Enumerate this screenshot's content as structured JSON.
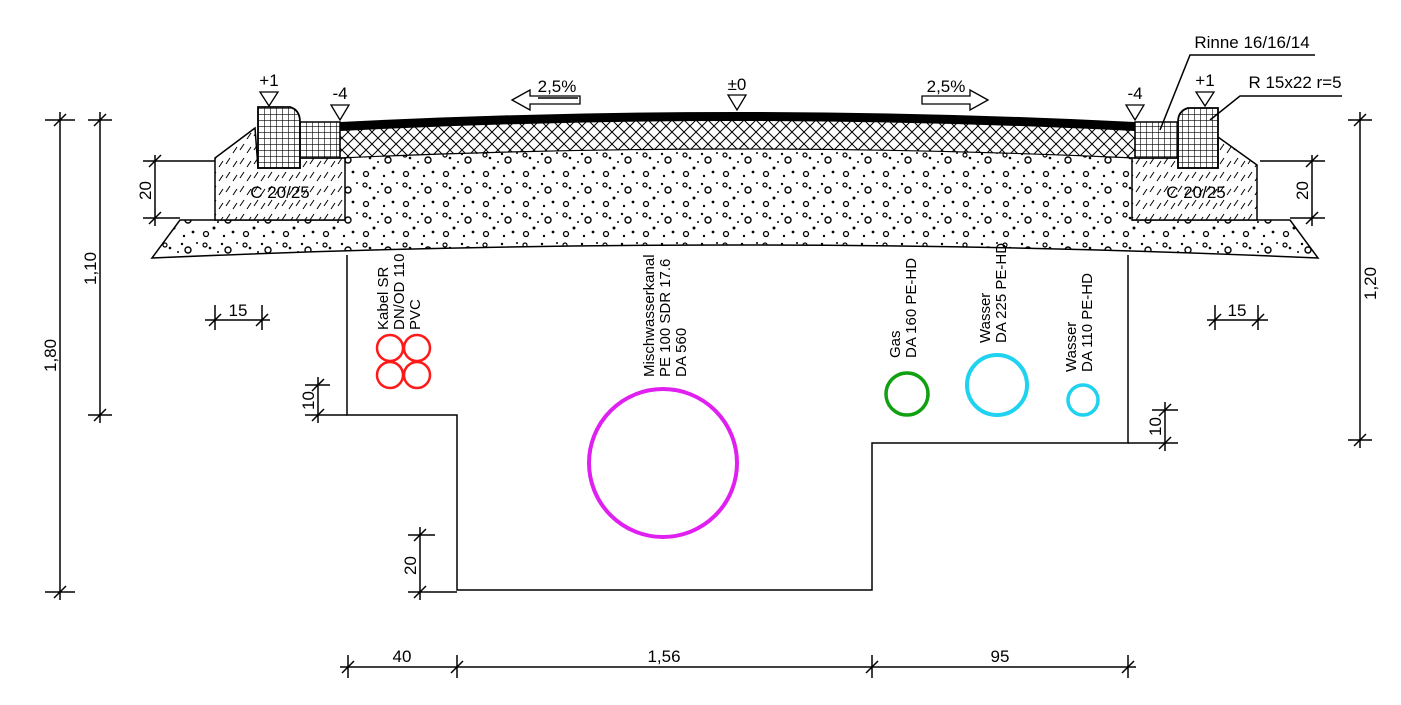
{
  "labels": {
    "rinne": "Rinne 16/16/14",
    "curb": "R 15x22 r=5",
    "concrete_left": "C 20/25",
    "concrete_right": "C 20/25",
    "slope_left": "2,5%",
    "slope_right": "2,5%"
  },
  "elevations": {
    "left_curb": "+1",
    "left_gutter": "-4",
    "crown": "±0",
    "right_gutter": "-4",
    "right_curb": "+1"
  },
  "dimensions": {
    "left_total": "1,80",
    "left_mid": "1,10",
    "left_concrete": "20",
    "left_offset": "15",
    "left_step": "10",
    "bottom_step": "20",
    "right_total": "1,20",
    "right_concrete": "20",
    "right_offset": "15",
    "right_step": "10",
    "bottom_a": "40",
    "bottom_b": "1,56",
    "bottom_c": "95"
  },
  "pipes": [
    {
      "lines": [
        "Kabel SR",
        "DN/OD 110",
        "PVC"
      ],
      "color": "#ff1a1a"
    },
    {
      "lines": [
        "Mischwasserkanal",
        "PE 100 SDR 17.6",
        "DA 560"
      ],
      "color": "#e020f0"
    },
    {
      "lines": [
        "Gas",
        "DA 160 PE-HD"
      ],
      "color": "#11a011"
    },
    {
      "lines": [
        "Wasser",
        "DA 225 PE-HD"
      ],
      "color": "#1ed2f0"
    },
    {
      "lines": [
        "Wasser",
        "DA 110 PE-HD"
      ],
      "color": "#1ed2f0"
    }
  ]
}
